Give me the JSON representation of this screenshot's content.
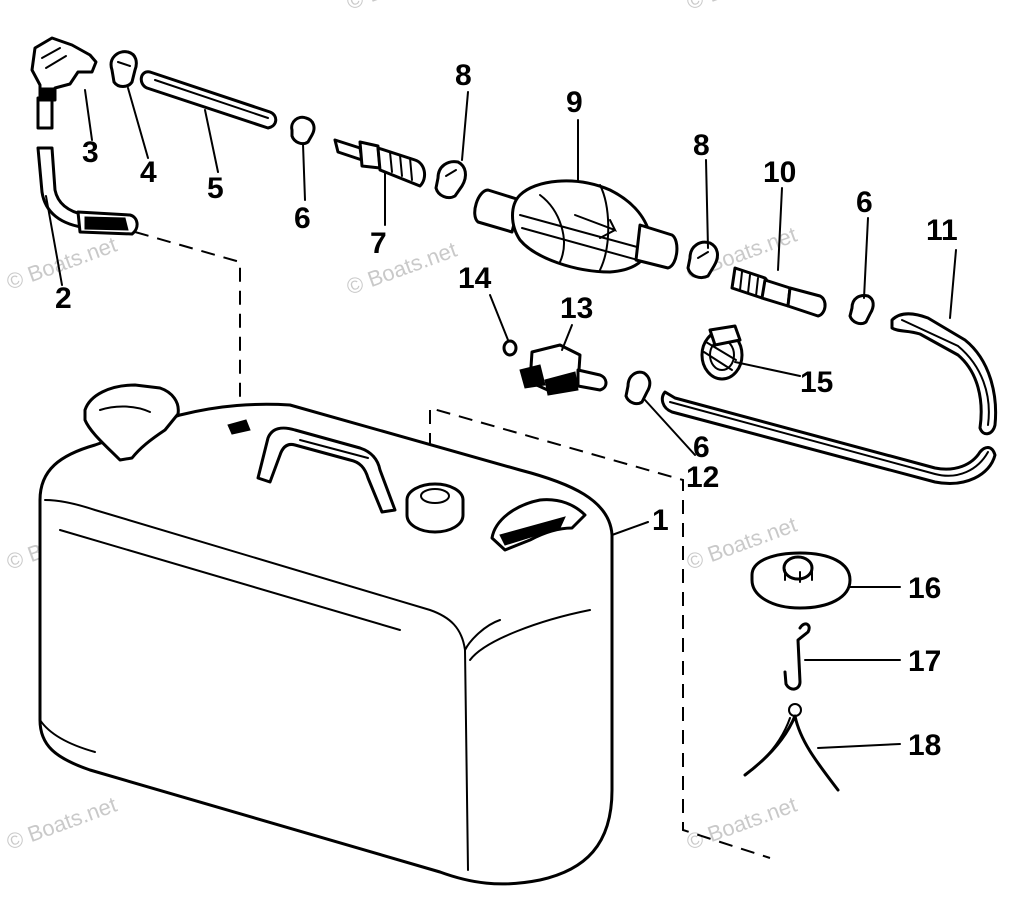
{
  "watermark": "© Boats.net",
  "callouts": [
    "1",
    "2",
    "3",
    "4",
    "5",
    "6",
    "6",
    "6",
    "7",
    "8",
    "8",
    "9",
    "10",
    "11",
    "12",
    "13",
    "14",
    "15",
    "16",
    "17",
    "18"
  ],
  "colors": {
    "line": "#000000",
    "background": "#ffffff",
    "watermark": "#b8b8b8"
  }
}
